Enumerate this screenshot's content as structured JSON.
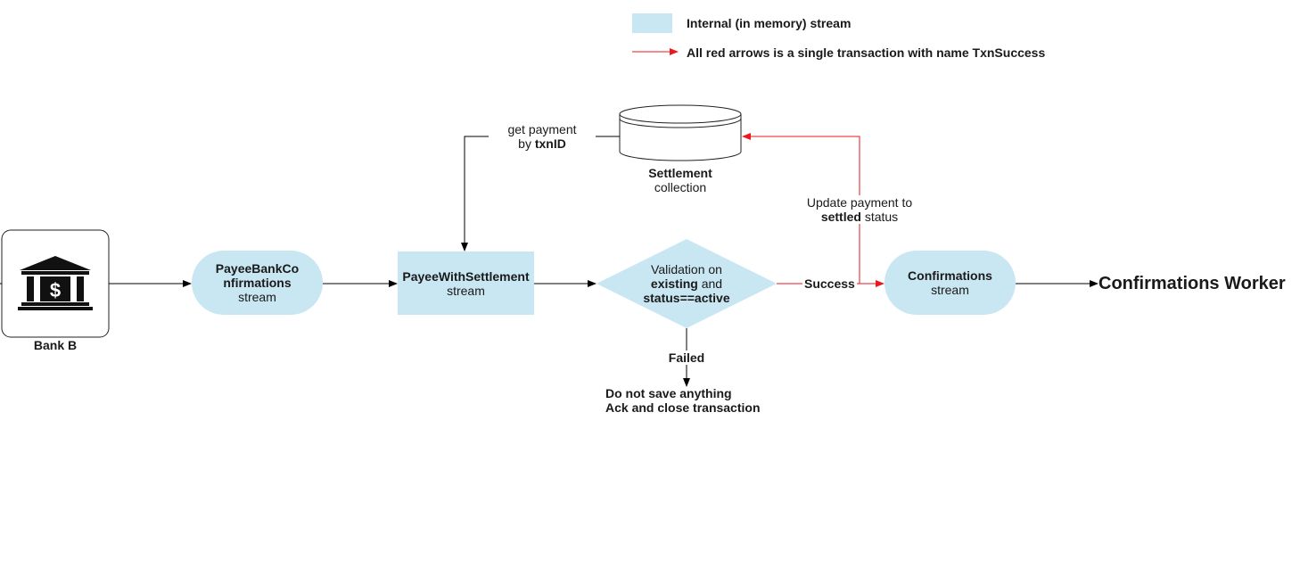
{
  "legend": {
    "internal_stream_label": "Internal (in memory) stream",
    "internal_stream_color": "#c9e6f3",
    "red_arrow_label": "All red arrows is a single transaction with name TxnSuccess",
    "red_arrow_color": "#e8191f"
  },
  "bank": {
    "label": "Bank B",
    "icon": "bank-icon"
  },
  "payee_bank_confirmations": {
    "line1": "PayeeBankCo",
    "line2": "nfirmations",
    "line3": "stream"
  },
  "payee_with_settlement": {
    "title": "PayeeWithSettlement",
    "subtitle": "stream"
  },
  "settlement": {
    "title": "Settlement",
    "subtitle": "collection"
  },
  "get_payment": {
    "line1": "get payment",
    "line2_prefix": "by ",
    "line2_bold": "txnID"
  },
  "validation": {
    "line1": "Validation on",
    "line2_bold": "existing",
    "line2_rest": " and",
    "line3": "status==active"
  },
  "success_label": "Success",
  "failed_label": "Failed",
  "failed_outcome": {
    "line1": "Do not save anything",
    "line2": "Ack and close transaction"
  },
  "update_payment": {
    "line1": "Update payment to",
    "line2_bold": "settled",
    "line2_rest": " status"
  },
  "confirmations": {
    "title": "Confirmations",
    "subtitle": "stream"
  },
  "confirmations_worker": "Confirmations Worker"
}
